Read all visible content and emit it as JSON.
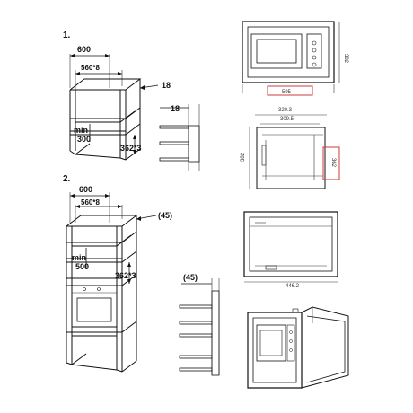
{
  "installation_1": {
    "step_number": "1.",
    "width_outer": "600",
    "width_inner": "560*8",
    "panel_thickness": "18",
    "min_label": "min",
    "min_value": "300",
    "opening_height": "362*3",
    "detail_thickness": "18"
  },
  "installation_2": {
    "step_number": "2.",
    "width_outer": "600",
    "width_inner": "560*8",
    "panel_thickness": "(45)",
    "min_label": "min",
    "min_value": "500",
    "opening_height": "362*3",
    "detail_thickness": "(45)"
  },
  "front_view": {
    "width_red": "595",
    "height_side": "382"
  },
  "side_view": {
    "width_top1": "320.3",
    "width_top2": "309.5",
    "height_left": "382",
    "height_red": "362"
  },
  "rear_view": {
    "width_bottom": "446.2"
  },
  "colors": {
    "accent": "#d23a3a",
    "line": "#111111"
  }
}
